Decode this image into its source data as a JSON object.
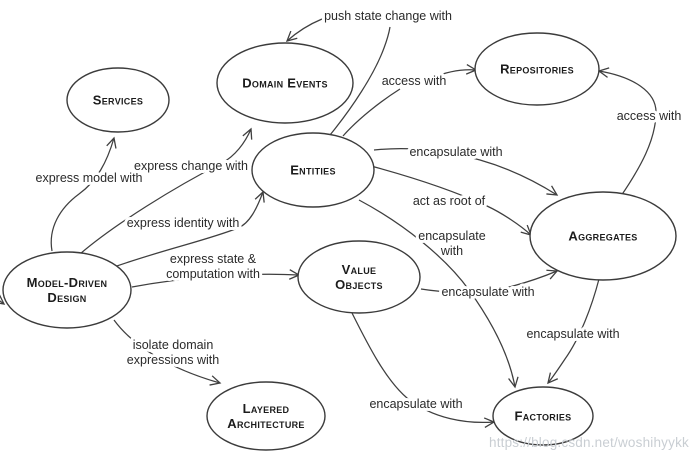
{
  "diagram": {
    "nodes": [
      {
        "id": "services",
        "label": "Services"
      },
      {
        "id": "domain_events",
        "label": "Domain Events"
      },
      {
        "id": "repositories",
        "label": "Repositories"
      },
      {
        "id": "entities",
        "label": "Entities"
      },
      {
        "id": "aggregates",
        "label": "Aggregates"
      },
      {
        "id": "model_driven_design",
        "label": "Model-Driven Design",
        "lines": [
          "Model-Driven",
          "Design"
        ]
      },
      {
        "id": "value_objects",
        "label": "Value Objects",
        "lines": [
          "Value",
          "Objects"
        ]
      },
      {
        "id": "layered_architecture",
        "label": "Layered Architecture",
        "lines": [
          "Layered",
          "Architecture"
        ]
      },
      {
        "id": "factories",
        "label": "Factories"
      }
    ],
    "edges": [
      {
        "id": "express_model",
        "from": "model_driven_design",
        "to": "services",
        "label": "express model with"
      },
      {
        "id": "express_change",
        "from": "model_driven_design",
        "to": "domain_events",
        "label": "express change with"
      },
      {
        "id": "express_identity",
        "from": "model_driven_design",
        "to": "entities",
        "label": "express identity with"
      },
      {
        "id": "express_state_computation",
        "from": "model_driven_design",
        "to": "value_objects",
        "label": "express state & computation with",
        "lines": [
          "express state &",
          "computation with"
        ]
      },
      {
        "id": "isolate_domain_expressions",
        "from": "model_driven_design",
        "to": "layered_architecture",
        "label": "isolate domain expressions with",
        "lines": [
          "isolate domain",
          "expressions with"
        ]
      },
      {
        "id": "push_state_change",
        "from": "entities",
        "to": "domain_events",
        "label": "push state change with"
      },
      {
        "id": "access_with_entities",
        "from": "entities",
        "to": "repositories",
        "label": "access with"
      },
      {
        "id": "access_with_aggregates",
        "from": "aggregates",
        "to": "repositories",
        "label": "access with"
      },
      {
        "id": "encapsulate_entities_aggregates",
        "from": "entities",
        "to": "aggregates",
        "label": "encapsulate with"
      },
      {
        "id": "act_as_root",
        "from": "entities",
        "to": "aggregates",
        "label": "act as root of"
      },
      {
        "id": "encapsulate_entities_factories",
        "from": "entities",
        "to": "factories",
        "label": "encapsulate with",
        "lines": [
          "encapsulate",
          "with"
        ]
      },
      {
        "id": "encapsulate_vo_aggregates",
        "from": "value_objects",
        "to": "aggregates",
        "label": "encapsulate with"
      },
      {
        "id": "encapsulate_vo_factories",
        "from": "value_objects",
        "to": "factories",
        "label": "encapsulate with"
      },
      {
        "id": "encapsulate_aggregates_factories",
        "from": "aggregates",
        "to": "factories",
        "label": "encapsulate with"
      }
    ],
    "watermark": "https://blog.csdn.net/woshihyykk",
    "colors": {
      "line": "#3f3f3f",
      "text": "#2a2a2a",
      "node_text": "#1c1c1c",
      "watermark": "#c9ced3",
      "background": "#ffffff"
    }
  }
}
